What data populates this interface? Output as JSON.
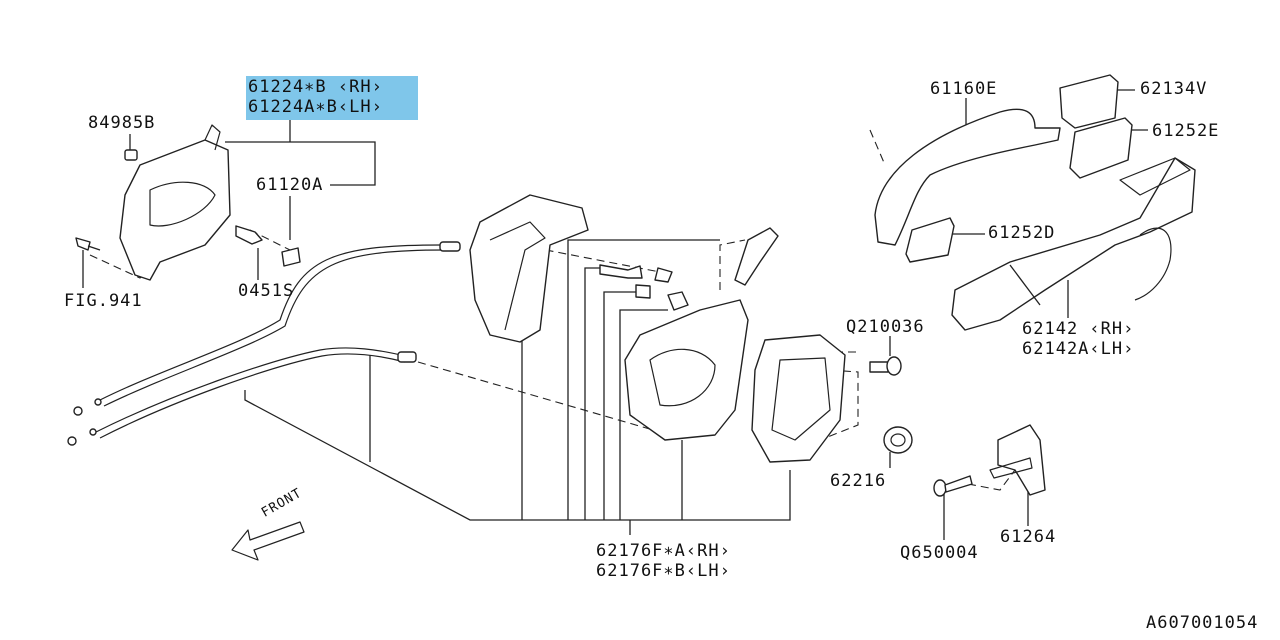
{
  "diagram_id": "A607001054",
  "front_label": "FRONT",
  "labels": {
    "inner_handle_rh": "61224∗B  ‹RH›",
    "inner_handle_lh": "61224A∗B‹LH›",
    "nut": "84985B",
    "bracket": "61120A",
    "clip": "0451S",
    "fig": "FIG.941",
    "outer_handle": "61160E",
    "handle_cap": "62134V",
    "pad_e": "61252E",
    "pad_d": "61252D",
    "handle_base_rh": "62142 ‹RH›",
    "handle_base_lh": "62142A‹LH›",
    "bolt": "Q210036",
    "grommet": "62216",
    "screw": "Q650004",
    "striker": "61264",
    "latch_rh": "62176F∗A‹RH›",
    "latch_lh": "62176F∗B‹LH›"
  },
  "highlight_color": "#7fc6ea"
}
